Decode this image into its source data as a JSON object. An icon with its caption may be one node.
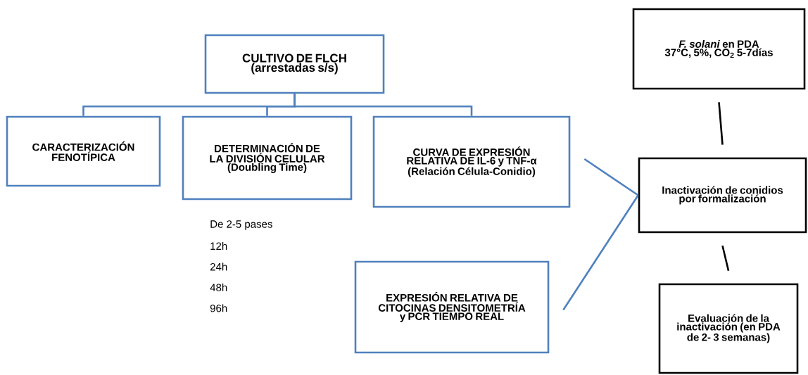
{
  "diagram": {
    "nodes": [
      {
        "text": [
          "CULTIVO DE FLCH (arrestadas s/s)"
        ]
      },
      {
        "text": [
          "CARACTERIZACIÓN FENOTÍPICA"
        ]
      },
      {
        "text": [
          "DETERMINACIÓN DE LA DIVISIÓN CELULAR (Doubling Time)"
        ],
        "beside": [
          "De 2-5 pases",
          "12h",
          "24h",
          "48h",
          "96h"
        ]
      },
      {
        "text": [
          "CURVA DE EXPRESIÓN RELATIVA DE IL-6 y TNF-α (Relación Célula-Conidio)"
        ]
      },
      {
        "text": [
          "*F. solani* en PDA 37°C, 5%, CO$_{2}$ 5-7días"
        ]
      },
      {
        "text": [
          "Inactivación de conidios por formalización"
        ]
      },
      {
        "text": [
          "EXPRESIÓN RELATIVA DE CITOCINAS DENSITOMETRÍA y PCR TIEMPO REAL"
        ]
      },
      {
        "text": [
          "Evaluación de la inactivación (en PDA de 2- 3 semanas)"
        ]
      }
    ],
    "edges": [
      {
        "from": 0,
        "to": 1,
        "arrow": "none"
      },
      {
        "from": 0,
        "to": 2,
        "arrow": "none"
      },
      {
        "from": 0,
        "to": 3,
        "arrow": "none"
      },
      {
        "from": 3,
        "to": 5,
        "arrow": "none"
      },
      {
        "from": 6,
        "to": 5,
        "arrow": "none"
      },
      {
        "from": 4,
        "to": 5,
        "arrow": "none",
        "color": "#000000"
      },
      {
        "from": 5,
        "to": 7,
        "arrow": "none",
        "color": "#000000"
      }
    ]
  }
}
